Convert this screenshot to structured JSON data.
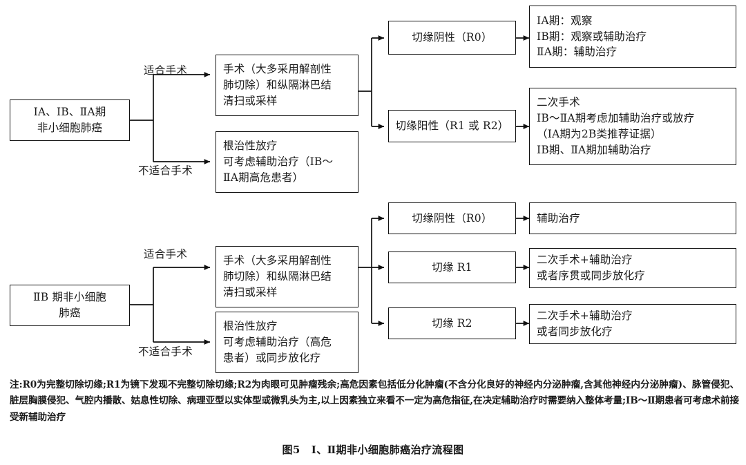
{
  "figure": {
    "caption_label": "图5",
    "caption_title": "Ⅰ、Ⅱ期非小细胞肺癌治疗流程图"
  },
  "flow_top": {
    "start": {
      "line1": "ⅠA、ⅠB、ⅡA期",
      "line2": "非小细胞肺癌"
    },
    "branch_labels": {
      "eligible": "适合手术",
      "not_eligible": "不适合手术"
    },
    "surgery": {
      "line1": "手术（大多采用解剖性",
      "line2": "肺切除）和纵隔淋巴结",
      "line3": "清扫或采样"
    },
    "radiotherapy": {
      "line1": "根治性放疗",
      "line2": "可考虑辅助治疗（ⅠB～",
      "line3": "ⅡA期高危患者）"
    },
    "margin_negative": "切缘阴性（R0）",
    "margin_positive": "切缘阳性（R1 或 R2）",
    "outcome_negative": {
      "line1": "ⅠA期：观察",
      "line2": "ⅠB期：观察或辅助治疗",
      "line3": "ⅡA期：辅助治疗"
    },
    "outcome_positive": {
      "line1": "二次手术",
      "line2": "ⅠB～ⅡA期考虑加辅助治疗或放疗",
      "line3": "（ⅠA期为2B类推荐证据）",
      "line4": "ⅠB期、ⅡA期加辅助治疗"
    }
  },
  "flow_bottom": {
    "start": {
      "line1": "ⅡB 期非小细胞",
      "line2": "肺癌"
    },
    "branch_labels": {
      "eligible": "适合手术",
      "not_eligible": "不适合手术"
    },
    "surgery": {
      "line1": "手术（大多采用解剖性",
      "line2": "肺切除）和纵隔淋巴结",
      "line3": "清扫或采样"
    },
    "radiotherapy": {
      "line1": "根治性放疗",
      "line2": "可考虑辅助治疗（高危",
      "line3": "患者）或同步放化疗"
    },
    "margin_r0": "切缘阴性（R0）",
    "margin_r1": "切缘 R1",
    "margin_r2": "切缘 R2",
    "outcome_r0": {
      "line1": "辅助治疗"
    },
    "outcome_r1": {
      "line1": "二次手术+辅助治疗",
      "line2": "或者序贯或同步放化疗"
    },
    "outcome_r2": {
      "line1": "二次手术+辅助治疗",
      "line2": "或者同步放化疗"
    }
  },
  "footnote": {
    "text": "注:R0为完整切除切缘;R1为镜下发现不完整切除切缘;R2为肉眼可见肿瘤残余;高危因素包括低分化肿瘤(不含分化良好的神经内分泌肿瘤,含其他神经内分泌肿瘤)、脉管侵犯、脏层胸膜侵犯、气腔内播散、姑息性切除、病理亚型以实体型或微乳头为主,以上因素独立来看不一定为高危指征,在决定辅助治疗时需要纳入整体考量;ⅠB～Ⅱ期患者可考虑术前接受新辅助治疗"
  },
  "colors": {
    "stroke": "#111111",
    "background": "#ffffff",
    "text": "#1a1a1a"
  }
}
